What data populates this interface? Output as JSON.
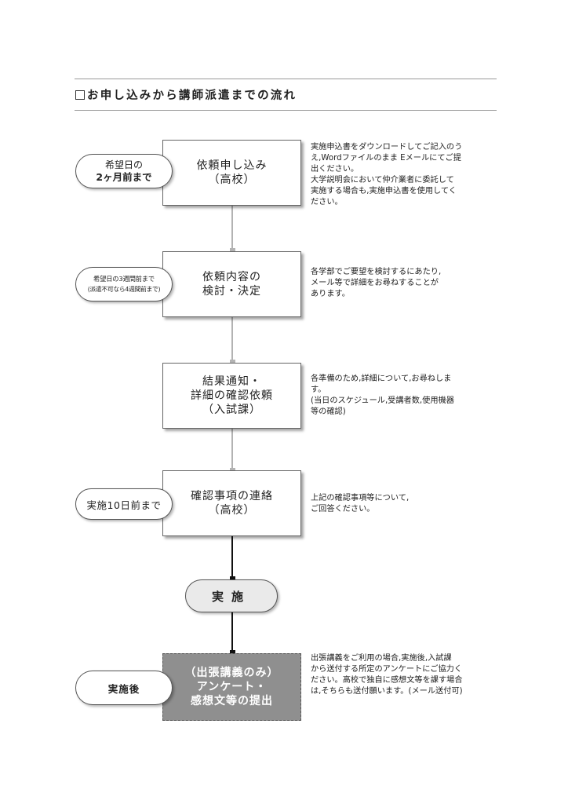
{
  "page": {
    "title": "お申し込みから講師派遣までの流れ"
  },
  "steps": [
    {
      "lines": [
        "依頼申し込み",
        "（高校）"
      ]
    },
    {
      "lines": [
        "依頼内容の",
        "検討・決定"
      ]
    },
    {
      "lines": [
        "結果通知・",
        "詳細の確認依頼",
        "（入試課）"
      ]
    },
    {
      "lines": [
        "確認事項の連絡",
        "（高校）"
      ]
    },
    {
      "lines": [
        "（出張講義のみ）",
        "アンケート・",
        "感想文等の提出"
      ]
    }
  ],
  "timings": [
    {
      "line1": "希望日の",
      "line2": "2ヶ月前まで"
    },
    {
      "line1": "希望日の3週間前まで",
      "line2": "(派遣不可なら4週間前まで)"
    },
    {
      "line1": "実施10日前まで"
    },
    {
      "line1": "実施後"
    }
  ],
  "execution": {
    "label": "実施"
  },
  "descriptions": [
    "実施申込書をダウンロードしてご記入のう\nえ,Wordファイルのまま Eメールにてご提\n出ください。\n大学説明会において仲介業者に委託して\n実施する場合も,実施申込書を使用してく\nださい。",
    "各学部でご要望を検討するにあたり,\nメール等で詳細をお尋ねすることが\nあります。",
    "各準備のため,詳細について,お尋ねしま\nす。\n(当日のスケジュール,受講者数,使用機器\n等の確認)",
    "上記の確認事項等について,\nご回答ください。",
    "出張講義をご利用の場合,実施後,入試課\nから送付する所定のアンケートにご協力く\nださい。高校で独自に感想文等を課す場合\nは,そちらも送付願います。(メール送付可)"
  ]
}
